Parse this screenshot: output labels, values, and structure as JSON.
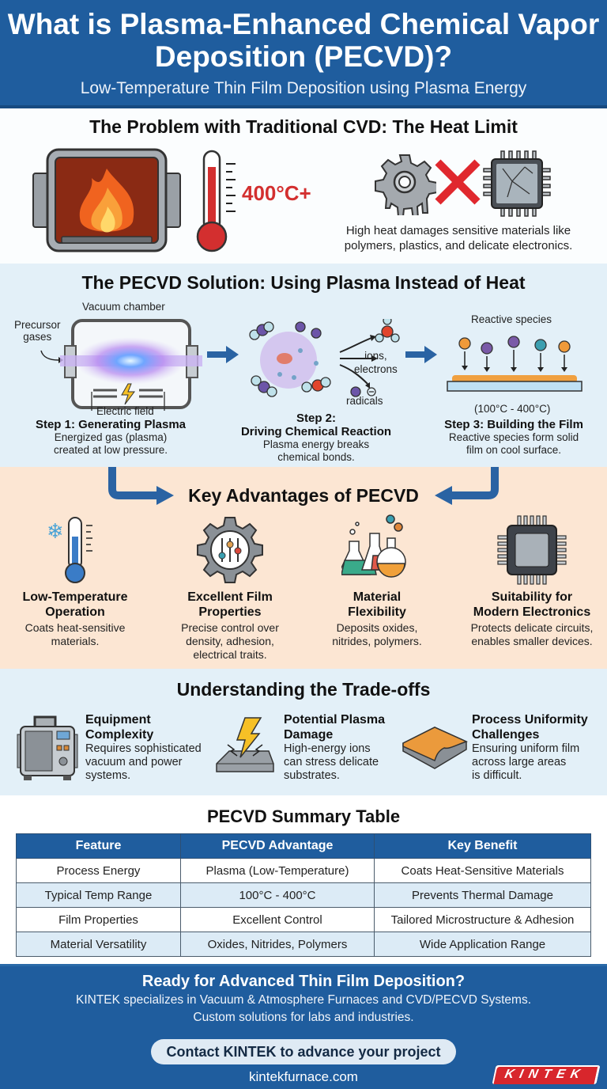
{
  "header": {
    "title": "What is Plasma-Enhanced Chemical Vapor Deposition (PECVD)?",
    "subtitle": "Low-Temperature Thin Film Deposition using Plasma Energy"
  },
  "problem": {
    "heading": "The Problem with Traditional CVD: The Heat Limit",
    "temperature": "400°C+",
    "description_line1": "High heat damages sensitive materials like",
    "description_line2": "polymers, plastics, and delicate electronics.",
    "icons": [
      "furnace-fire-icon",
      "thermometer-hot-icon",
      "melting-gear-icon",
      "red-x-icon",
      "cracked-chip-icon"
    ]
  },
  "solution": {
    "heading": "The PECVD Solution: Using Plasma Instead of Heat",
    "labels": {
      "vacuum_chamber": "Vacuum chamber",
      "precursor_line1": "Precursor",
      "precursor_line2": "gases",
      "electric_field": "Electric field",
      "ions_line1": "ions,",
      "ions_line2": "electrons",
      "radicals": "radicals",
      "reactive_species": "Reactive species",
      "temp_range": "(100°C - 400°C)"
    },
    "steps": [
      {
        "title": "Step 1: Generating Plasma",
        "desc_line1": "Energized gas (plasma)",
        "desc_line2": "created at low pressure."
      },
      {
        "title_line1": "Step 2:",
        "title_line2": "Driving Chemical Reaction",
        "desc_line1": "Plasma energy breaks",
        "desc_line2": "chemical bonds."
      },
      {
        "title": "Step 3: Building the Film",
        "desc_line1": "Reactive species form solid",
        "desc_line2": "film on cool surface."
      }
    ]
  },
  "advantages": {
    "heading": "Key Advantages of PECVD",
    "items": [
      {
        "title_line1": "Low-Temperature",
        "title_line2": "Operation",
        "desc": [
          "Coats heat-sensitive",
          "materials."
        ],
        "icon": "cold-thermometer-icon"
      },
      {
        "title_line1": "Excellent Film",
        "title_line2": "Properties",
        "desc": [
          "Precise control over",
          "density, adhesion,",
          "electrical traits."
        ],
        "icon": "gear-sliders-icon"
      },
      {
        "title_line1": "Material",
        "title_line2": "Flexibility",
        "desc": [
          "Deposits oxides,",
          "nitrides, polymers."
        ],
        "icon": "flasks-icon"
      },
      {
        "title_line1": "Suitability for",
        "title_line2": "Modern Electronics",
        "desc": [
          "Protects delicate circuits,",
          "enables smaller devices."
        ],
        "icon": "microchip-icon"
      }
    ]
  },
  "tradeoffs": {
    "heading": "Understanding the Trade-offs",
    "items": [
      {
        "title_line1": "Equipment",
        "title_line2": "Complexity",
        "desc": [
          "Requires sophisticated",
          "vacuum and power",
          "systems."
        ],
        "icon": "machine-icon"
      },
      {
        "title_line1": "Potential Plasma",
        "title_line2": "Damage",
        "desc": [
          "High-energy ions",
          "can stress delicate",
          "substrates."
        ],
        "icon": "lightning-substrate-icon"
      },
      {
        "title_line1": "Process Uniformity",
        "title_line2": "Challenges",
        "desc": [
          "Ensuring uniform film",
          "across large areas",
          "is difficult."
        ],
        "icon": "uneven-film-icon"
      }
    ]
  },
  "summary_table": {
    "heading": "PECVD Summary Table",
    "columns": [
      "Feature",
      "PECVD Advantage",
      "Key Benefit"
    ],
    "rows": [
      [
        "Process Energy",
        "Plasma (Low-Temperature)",
        "Coats Heat-Sensitive Materials"
      ],
      [
        "Typical Temp Range",
        "100°C - 400°C",
        "Prevents Thermal Damage"
      ],
      [
        "Film Properties",
        "Excellent Control",
        "Tailored Microstructure & Adhesion"
      ],
      [
        "Material Versatility",
        "Oxides, Nitrides, Polymers",
        "Wide Application Range"
      ]
    ]
  },
  "footer": {
    "title": "Ready for Advanced Thin Film Deposition?",
    "desc_line1": "KINTEK specializes in Vacuum & Atmosphere Furnaces and CVD/PECVD Systems.",
    "desc_line2": "Custom solutions for labs and industries.",
    "cta_label": "Contact KINTEK to advance your project",
    "website": "kintekfurnace.com",
    "logo_text": "KINTEK"
  },
  "colors": {
    "brand_blue": "#1f5d9e",
    "problem_red": "#d32f2f",
    "solution_bg": "#e3f0f8",
    "advantages_bg": "#fce6d3",
    "logo_red": "#d8262c"
  }
}
